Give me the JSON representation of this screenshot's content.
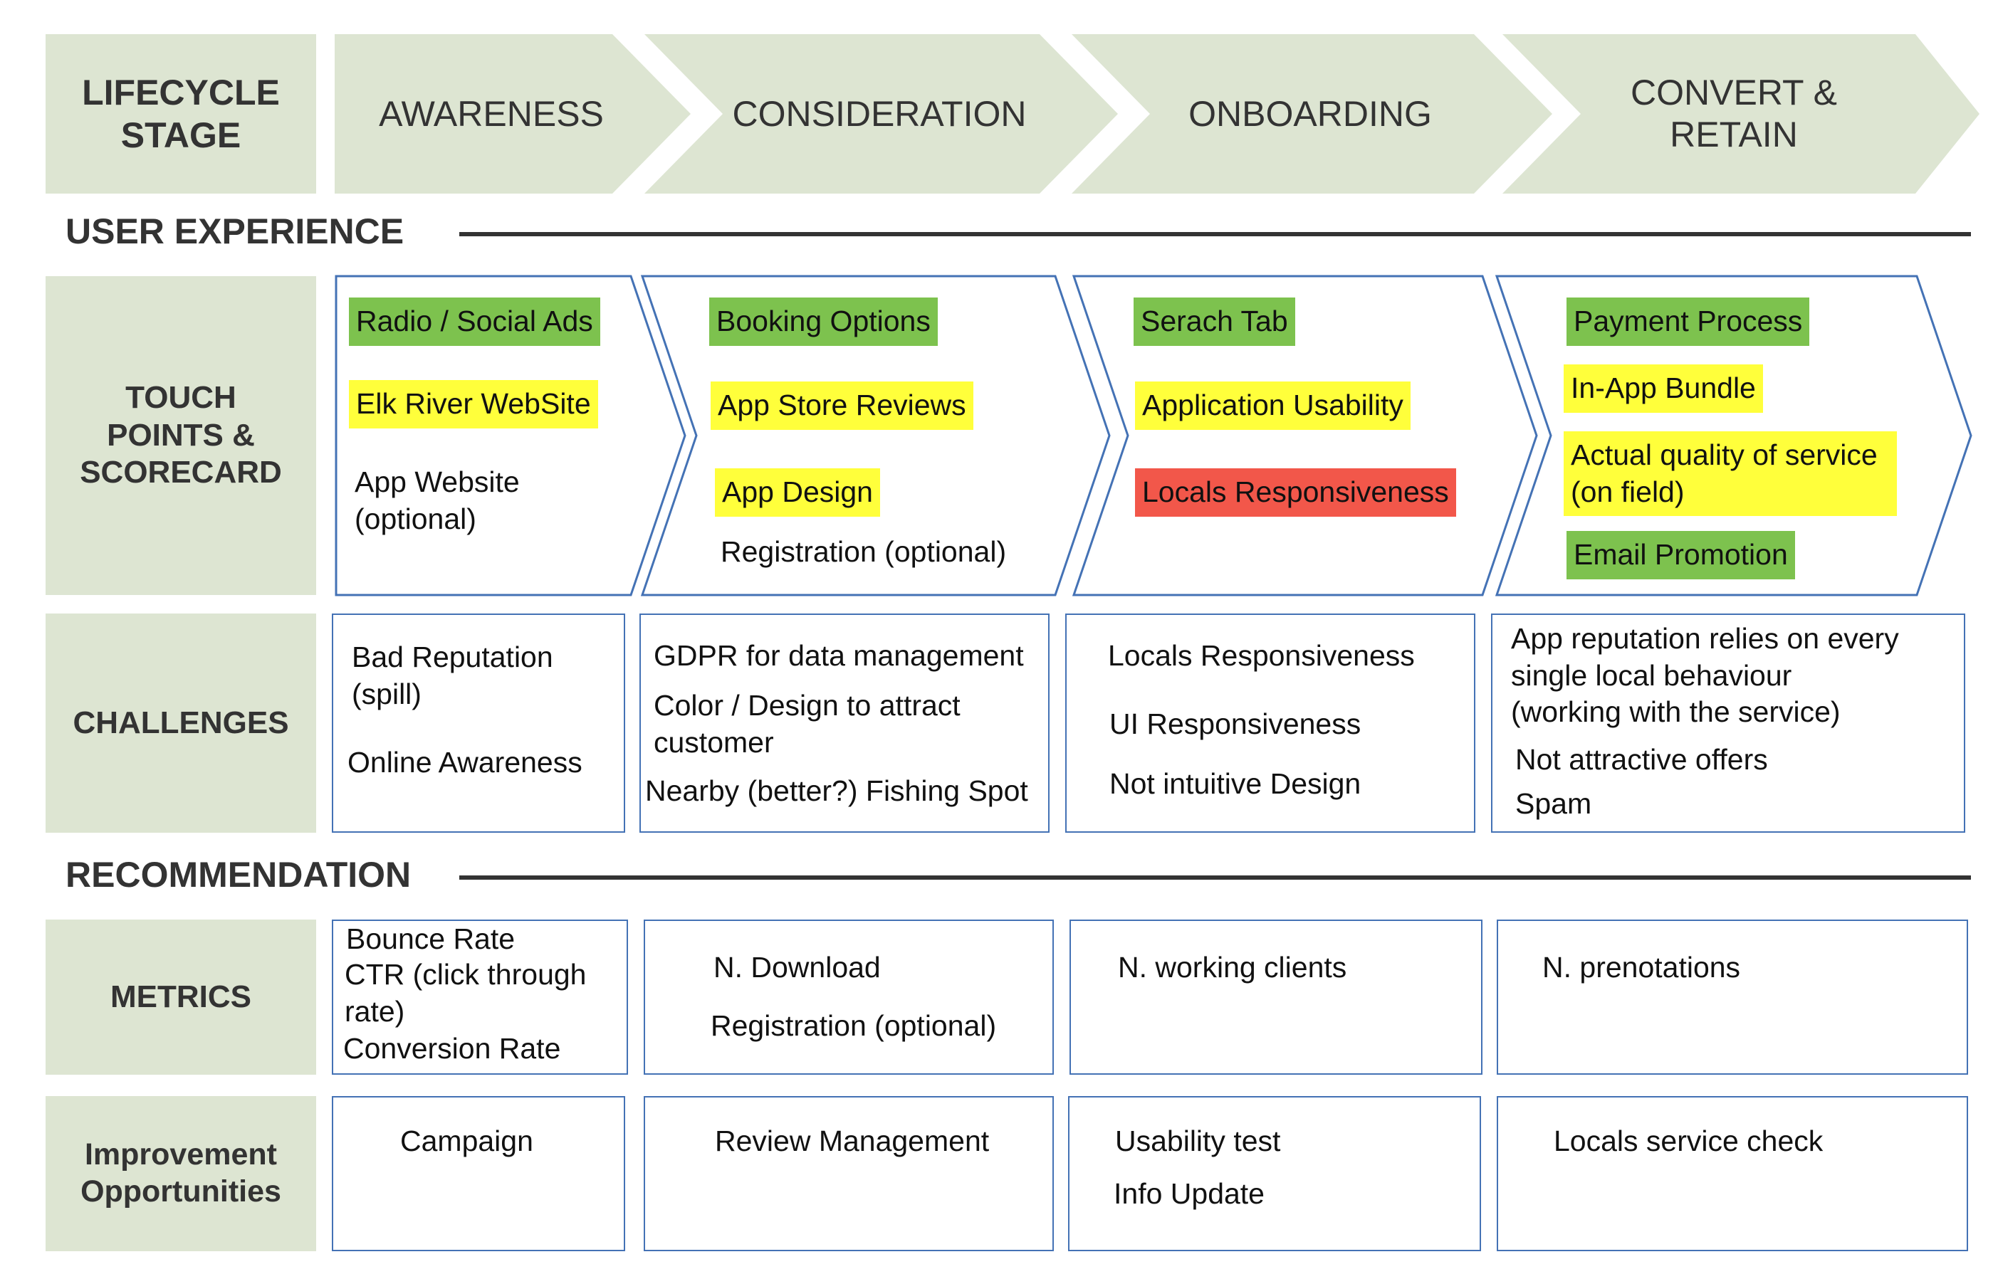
{
  "colors": {
    "label_bg": "#dde5d2",
    "stage_bg": "#dde5d2",
    "cell_border": "#4472b5",
    "green": "#7dc24e",
    "yellow": "#ffff3b",
    "red": "#f2574a",
    "rule": "#333333"
  },
  "header": {
    "label": "LIFECYCLE STAGE",
    "stages": [
      "AWARENESS",
      "CONSIDERATION",
      "ONBOARDING",
      "CONVERT & RETAIN"
    ]
  },
  "sections": {
    "user_experience": "USER EXPERIENCE",
    "recommendation": "RECOMMENDATION"
  },
  "rows": {
    "touch_points": "TOUCH POINTS & SCORECARD",
    "challenges": "CHALLENGES",
    "metrics": "METRICS",
    "improvement": "Improvement Opportunities"
  },
  "touch_points": {
    "awareness": [
      {
        "text": "Radio / Social Ads",
        "status": "green"
      },
      {
        "text": "Elk River WebSite",
        "status": "yellow"
      },
      {
        "text": "App Website\n(optional)",
        "status": "none"
      }
    ],
    "consideration": [
      {
        "text": "Booking Options",
        "status": "green"
      },
      {
        "text": "App Store Reviews",
        "status": "yellow"
      },
      {
        "text": "App Design",
        "status": "yellow"
      },
      {
        "text": "Registration (optional)",
        "status": "none"
      }
    ],
    "onboarding": [
      {
        "text": "Serach Tab",
        "status": "green"
      },
      {
        "text": "Application Usability",
        "status": "yellow"
      },
      {
        "text": "Locals Responsiveness",
        "status": "red"
      }
    ],
    "convert": [
      {
        "text": "Payment Process",
        "status": "green"
      },
      {
        "text": "In-App Bundle",
        "status": "yellow"
      },
      {
        "text": "Actual quality of service\n(on field)",
        "status": "yellow"
      },
      {
        "text": "Email Promotion",
        "status": "green"
      }
    ]
  },
  "challenges": {
    "awareness": [
      "Bad Reputation\n(spill)",
      "Online Awareness"
    ],
    "consideration": [
      "GDPR for data management",
      "Color / Design to attract\ncustomer",
      "Nearby (better?) Fishing Spot"
    ],
    "onboarding": [
      "Locals Responsiveness",
      "UI Responsiveness",
      "Not intuitive Design"
    ],
    "convert": [
      "App reputation relies on every\nsingle local behaviour\n(working with the service)",
      "Not attractive offers",
      "Spam"
    ]
  },
  "metrics": {
    "awareness": [
      "Bounce Rate",
      "CTR (click through\nrate)",
      "Conversion Rate"
    ],
    "consideration": [
      "N. Download",
      "Registration (optional)"
    ],
    "onboarding": [
      "N. working clients"
    ],
    "convert": [
      "N. prenotations"
    ]
  },
  "improvement": {
    "awareness": [
      "Campaign"
    ],
    "consideration": [
      "Review Management"
    ],
    "onboarding": [
      "Usability test",
      "Info Update"
    ],
    "convert": [
      "Locals service check"
    ]
  }
}
